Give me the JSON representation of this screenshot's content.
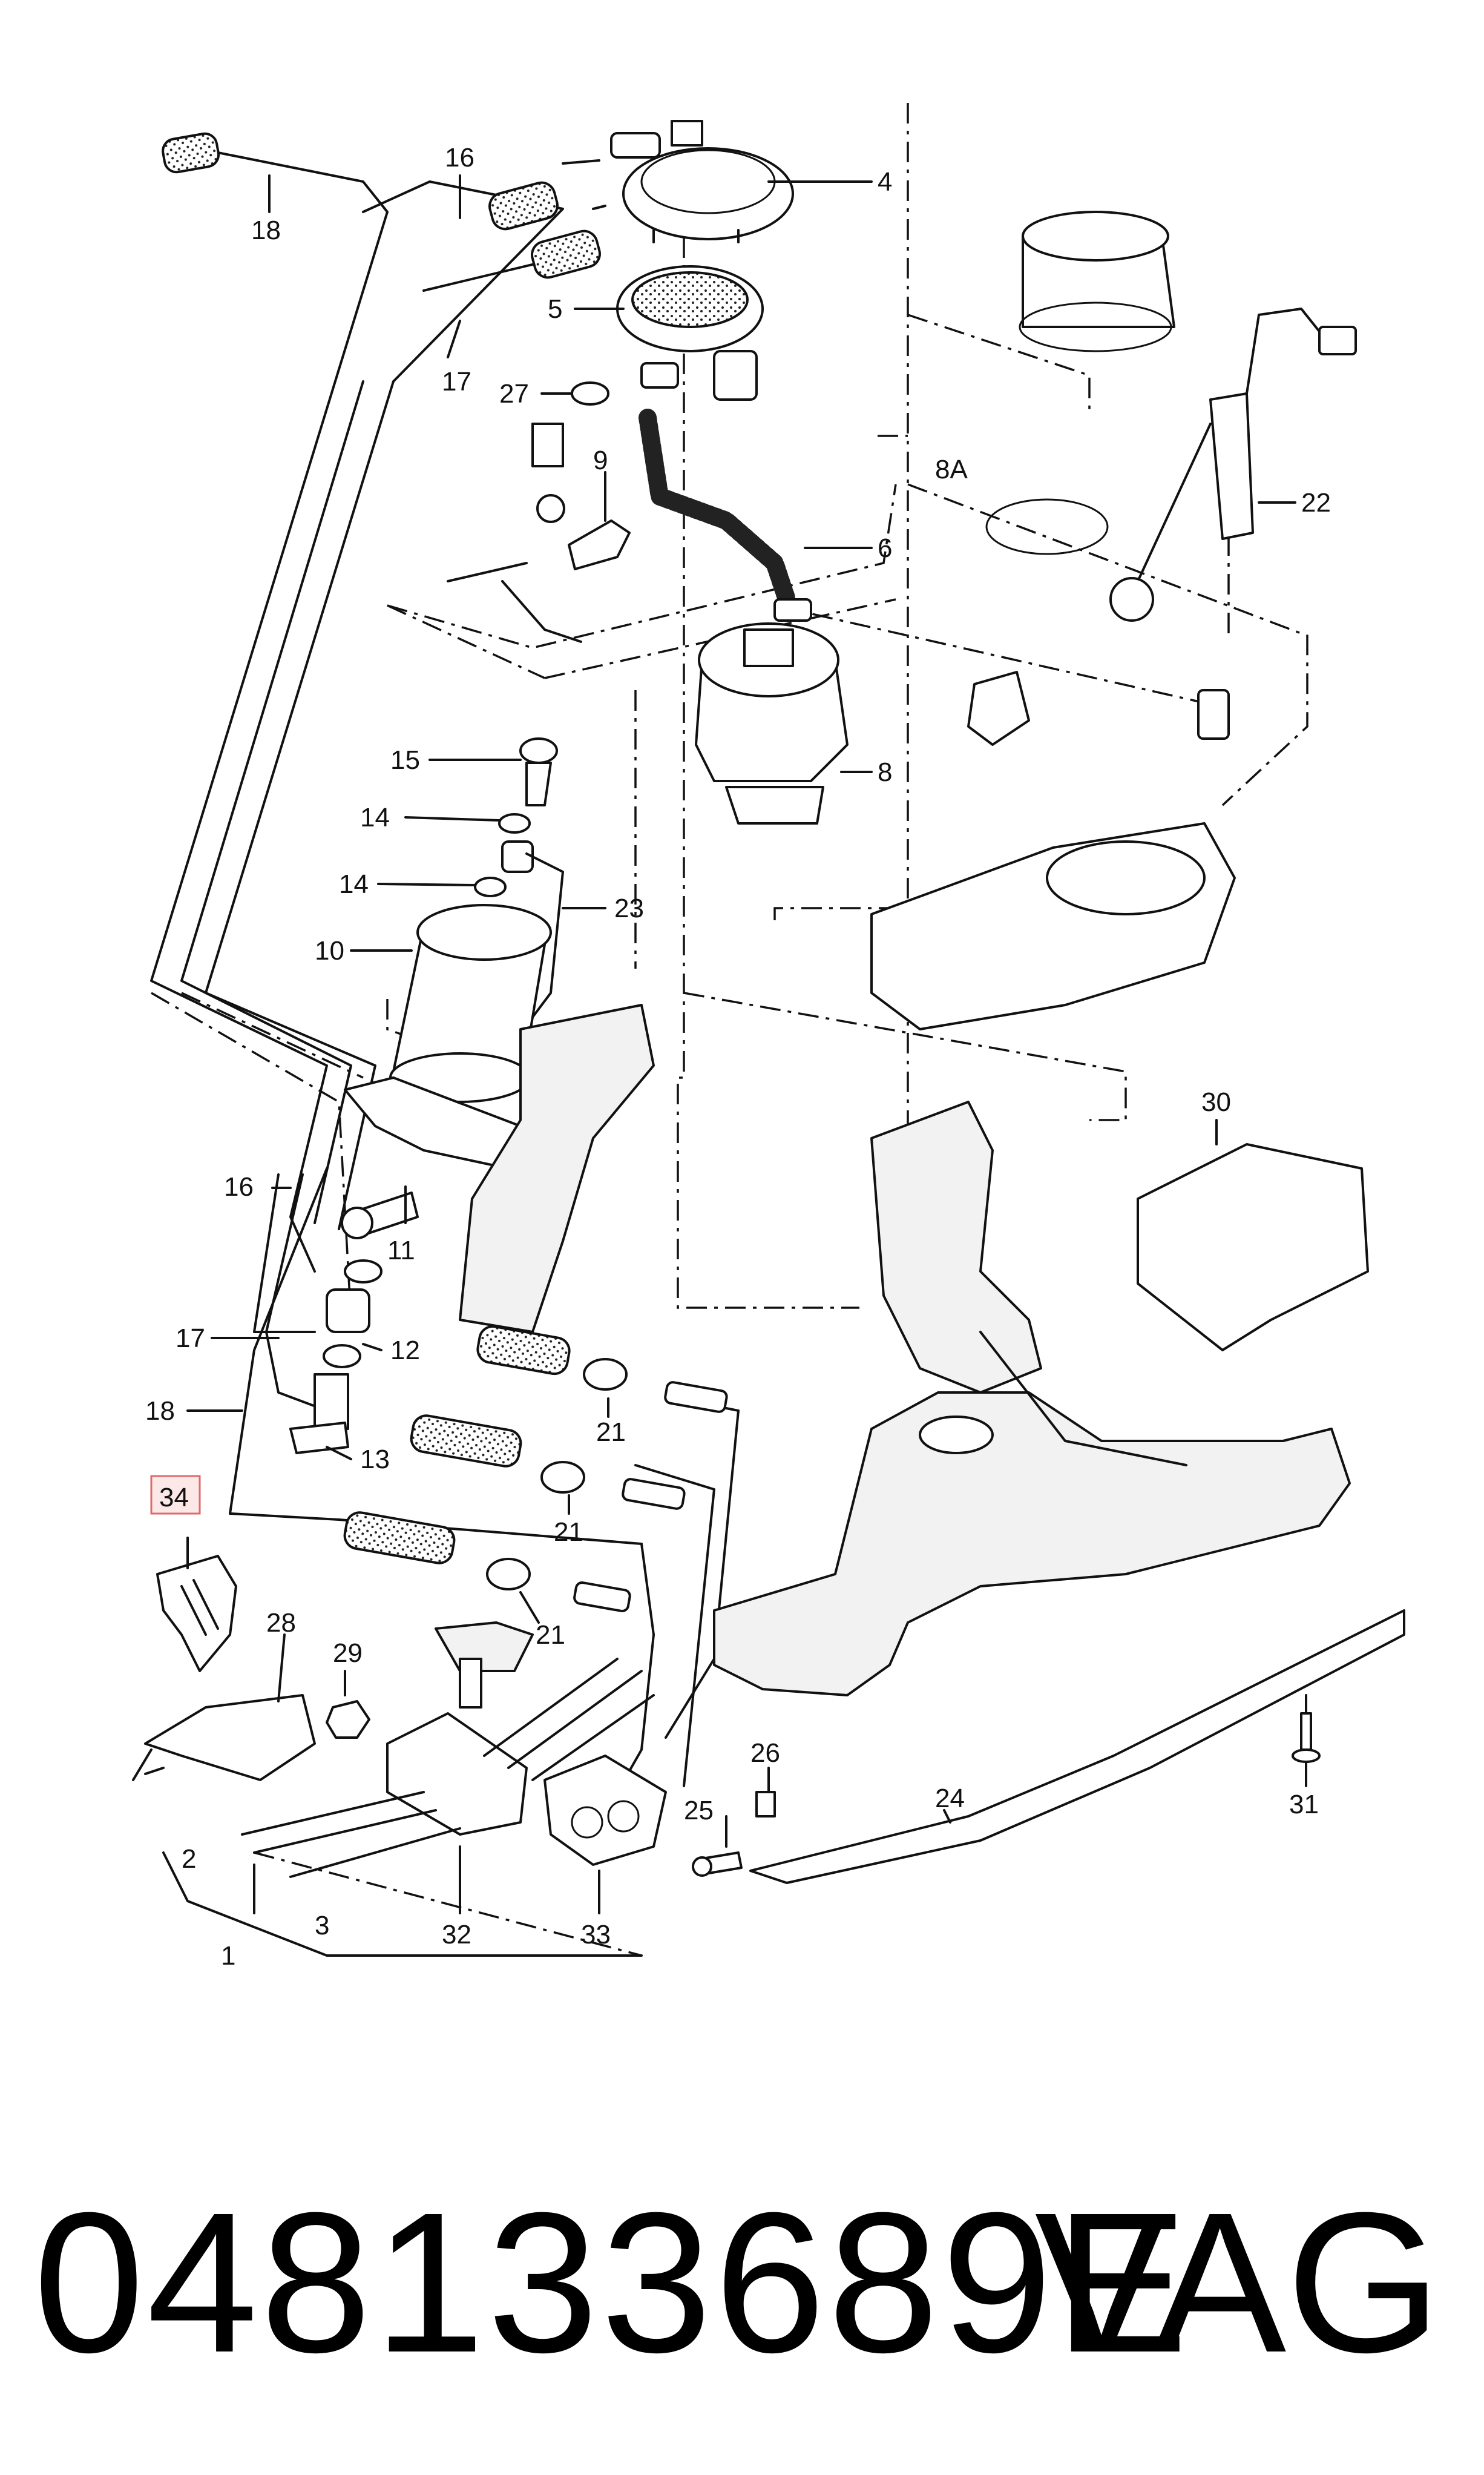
{
  "diagram": {
    "callouts": [
      "1",
      "2",
      "3",
      "4",
      "5",
      "6",
      "8",
      "8A",
      "9",
      "10",
      "11",
      "12",
      "13",
      "14",
      "14",
      "15",
      "16",
      "16",
      "17",
      "17",
      "18",
      "18",
      "21",
      "21",
      "21",
      "22",
      "23",
      "24",
      "25",
      "26",
      "27",
      "28",
      "29",
      "30",
      "31",
      "32",
      "33",
      "34"
    ],
    "highlighted_callout": "34"
  },
  "caption": {
    "part_number": "048133689E",
    "brand": "VAG"
  },
  "colors": {
    "line": "#111111",
    "highlight_fill": "#fde8e8",
    "highlight_border": "#e06a6a"
  }
}
